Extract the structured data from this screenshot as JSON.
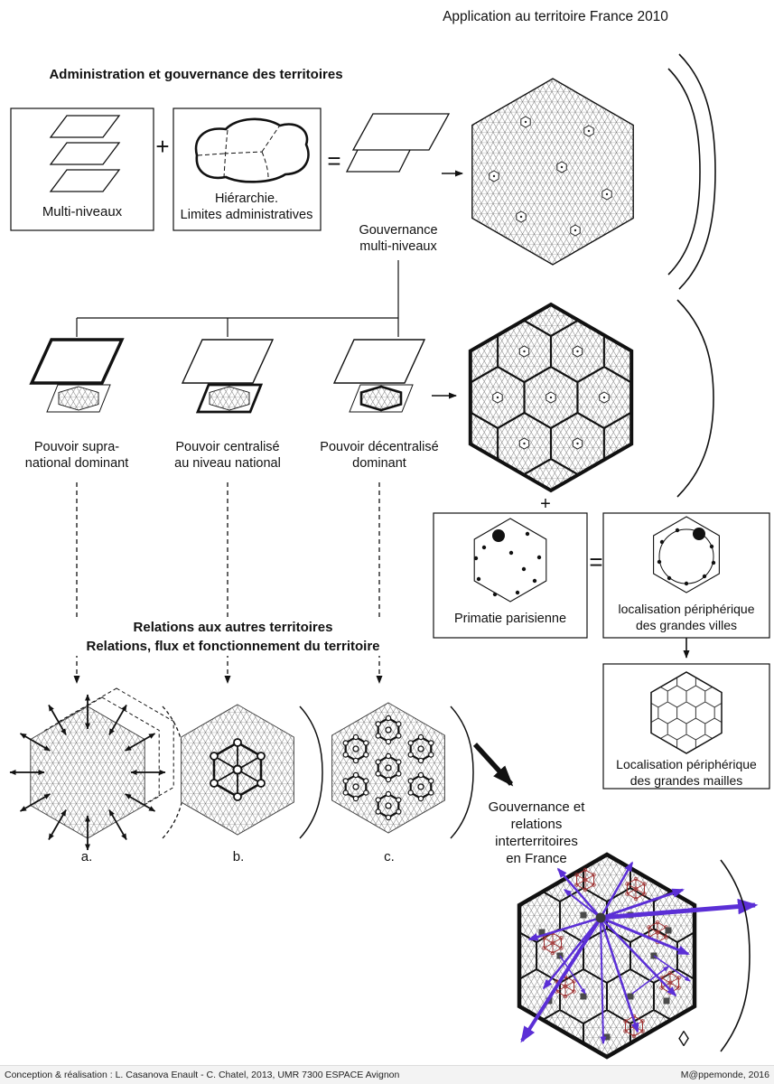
{
  "header": {
    "application_title": "Application au territoire France 2010",
    "main_heading": "Administration et gouvernance des territoires"
  },
  "operators": {
    "plus_1": "+",
    "equals_1": "=",
    "plus_2": "+",
    "equals_2": "="
  },
  "boxes": {
    "multi_niveaux": "Multi-niveaux",
    "hierarchie_l1": "Hiérarchie.",
    "hierarchie_l2": "Limites administratives"
  },
  "gouvernance": {
    "l1": "Gouvernance",
    "l2": "multi-niveaux"
  },
  "pouvoirs": {
    "supra_l1": "Pouvoir supra-",
    "supra_l2": "national dominant",
    "central_l1": "Pouvoir centralisé",
    "central_l2": "au niveau national",
    "decentral_l1": "Pouvoir décentralisé",
    "decentral_l2": "dominant"
  },
  "relations": {
    "l1": "Relations aux autres territoires",
    "l2": "Relations, flux et fonctionnement du territoire",
    "a": "a.",
    "b": "b.",
    "c": "c."
  },
  "paris": {
    "primatie": "Primatie parisienne",
    "villes_l1": "localisation périphérique",
    "villes_l2": "des grandes villes",
    "mailles_l1": "Localisation périphérique",
    "mailles_l2": "des grandes mailles"
  },
  "result": {
    "l1": "Gouvernance et",
    "l2": "relations",
    "l3": "interterritoires",
    "l4": "en France"
  },
  "icons": {
    "diamond": "◊"
  },
  "colors": {
    "flow_arrows": "#5b2fd6",
    "local_networks": "#a03232",
    "ink": "#111111"
  },
  "footer": {
    "credit": "Conception & réalisation : L. Casanova Enault - C. Chatel, 2013, UMR 7300 ESPACE Avignon",
    "journal": "M@ppemonde, 2016"
  }
}
